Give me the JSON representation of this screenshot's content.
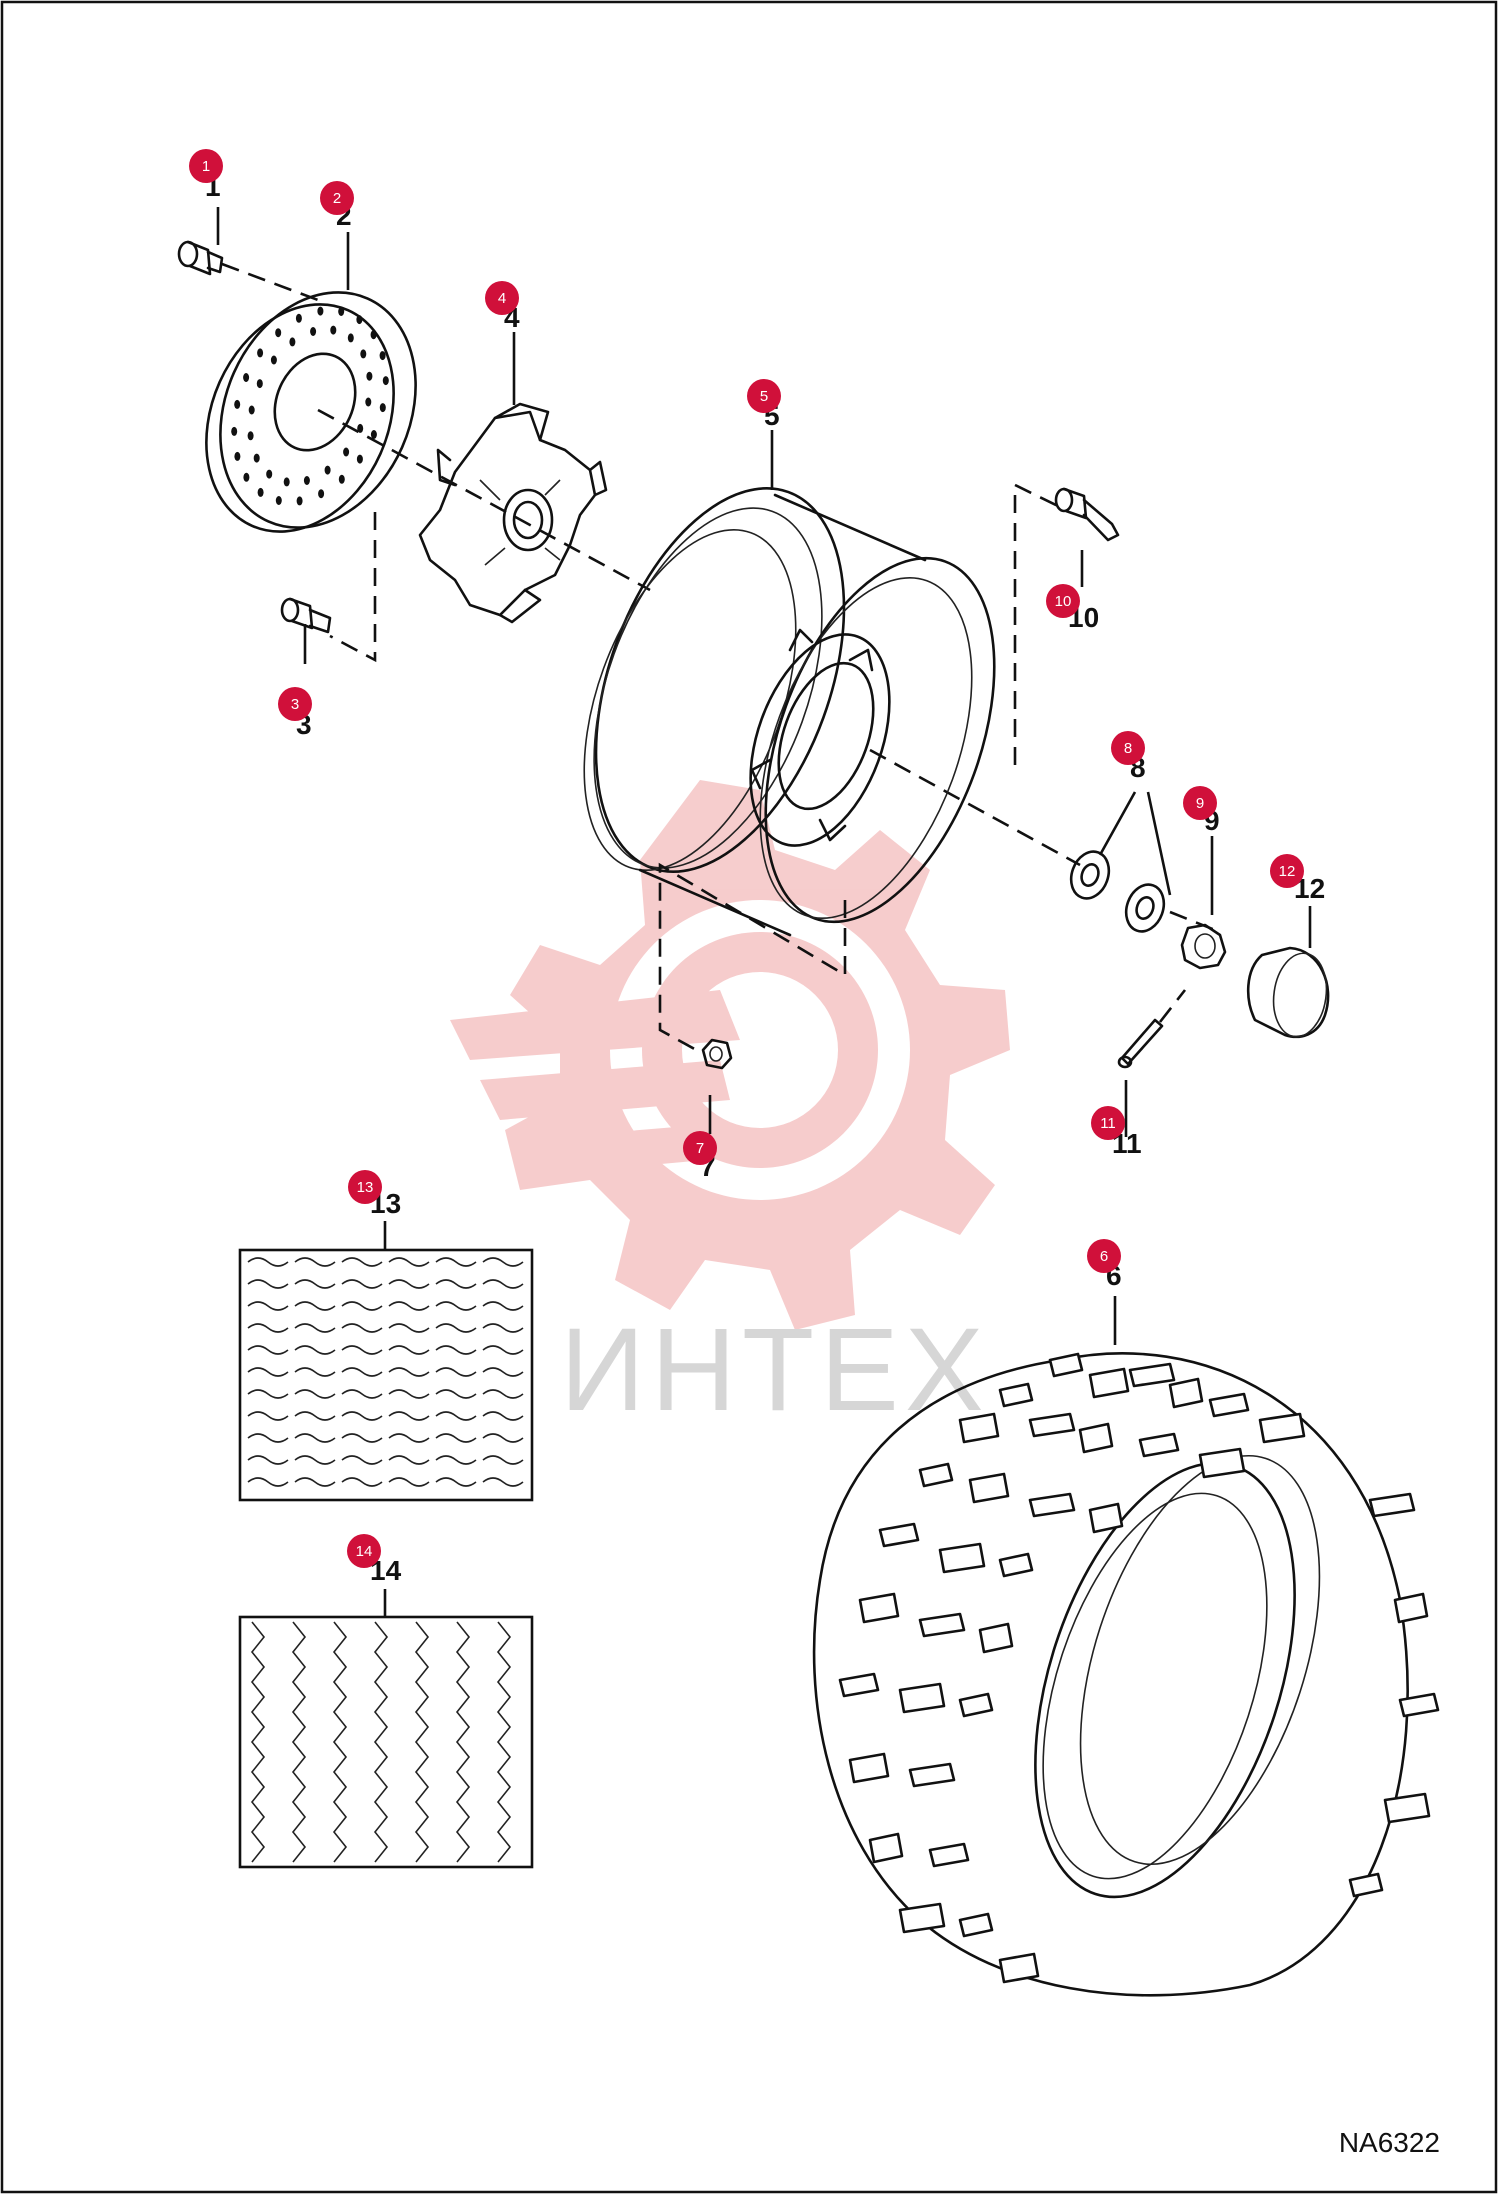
{
  "drawing_id": "NA6322",
  "watermark": "ИНТЕХ",
  "callouts": [
    {
      "badge": "1",
      "label": "1"
    },
    {
      "badge": "2",
      "label": "2"
    },
    {
      "badge": "3",
      "label": "3"
    },
    {
      "badge": "4",
      "label": "4"
    },
    {
      "badge": "5",
      "label": "5"
    },
    {
      "badge": "6",
      "label": "6"
    },
    {
      "badge": "7",
      "label": "7"
    },
    {
      "badge": "8",
      "label": "8"
    },
    {
      "badge": "9",
      "label": "9"
    },
    {
      "badge": "10",
      "label": "10"
    },
    {
      "badge": "11",
      "label": "11"
    },
    {
      "badge": "12",
      "label": "12"
    },
    {
      "badge": "13",
      "label": "13"
    },
    {
      "badge": "14",
      "label": "14"
    }
  ],
  "colors": {
    "badge": "#d0103a",
    "line": "#111111",
    "watermark": "#f3b8b8"
  }
}
